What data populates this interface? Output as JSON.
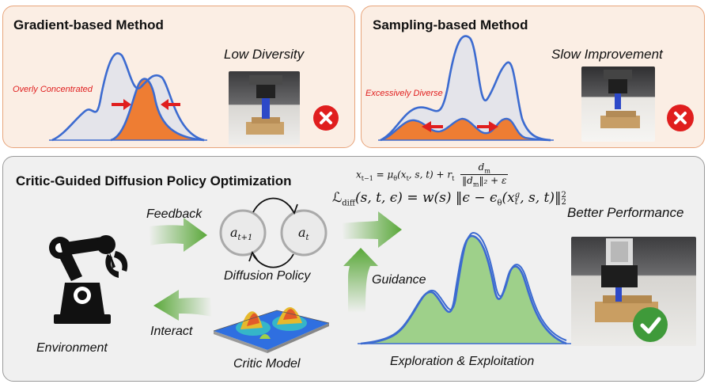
{
  "gradient_panel": {
    "title": "Gradient-based Method",
    "result_label": "Low Diversity",
    "annotation": "Overly Concentrated"
  },
  "sampling_panel": {
    "title": "Sampling-based Method",
    "result_label": "Slow Improvement",
    "annotation": "Excessively Diverse"
  },
  "main_panel": {
    "title": "Critic-Guided Diffusion Policy Optimization",
    "feedback_label": "Feedback",
    "interact_label": "Interact",
    "guidance_label": "Guidance",
    "environment_label": "Environment",
    "diffusion_policy_label": "Diffusion Policy",
    "critic_model_label": "Critic Model",
    "exploration_label": "Exploration & Exploitation",
    "better_label": "Better Performance",
    "node_next": "a",
    "node_next_sub": "t+1",
    "node_current": "a",
    "node_current_sub": "t",
    "eq1_lhs": "x",
    "eq1_lhs_sub": "t−1",
    "eq1_mid": " = μ",
    "eq1_mid_sub": "θ",
    "eq1_args": "(x",
    "eq1_args_sub": "t",
    "eq1_rest": ", s, t) + r",
    "eq1_r_sub": "t",
    "eq1_num": "d",
    "eq1_num_sub": "m",
    "eq1_den": "‖d",
    "eq1_den_sub": "m",
    "eq1_den_tail": "‖₂ + ε",
    "eq2_L": "ℒ",
    "eq2_L_sub": "diff",
    "eq2_body": "(s, t, ϵ) = w(s) ‖ϵ − ϵ",
    "eq2_eps_sub": "θ",
    "eq2_tail": "(x",
    "eq2_x_sup": "g",
    "eq2_x_sub": "t",
    "eq2_end": ", s, t)‖",
    "eq2_pow": "2",
    "eq2_norm_sub": "2"
  },
  "colors": {
    "top_bg": "#fbeee4",
    "top_border": "#e8a57c",
    "bottom_bg": "#f0f0f0",
    "curve_blue": "#3c6bd0",
    "fill_orange": "#ee7d33",
    "fill_gray": "#e4e4ea",
    "fill_green": "#9ed08a",
    "arrow_green": "#5aa83a",
    "red": "#e01e1e",
    "check_green": "#3f9a3a"
  },
  "icons": [
    "close-icon",
    "check-icon",
    "robot-arm-icon",
    "cycle-arrows-icon"
  ]
}
